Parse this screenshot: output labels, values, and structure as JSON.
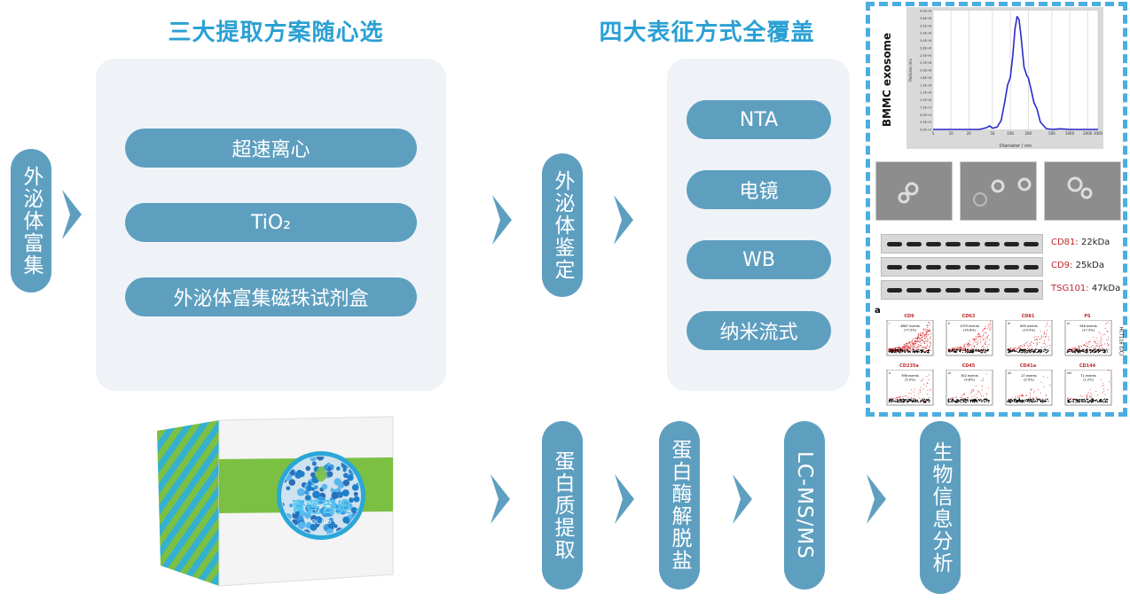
{
  "titles": {
    "extraction": "三大提取方案随心选",
    "characterization": "四大表征方式全覆盖"
  },
  "flow": {
    "enrichment": "外泌体富集",
    "extraction_methods": [
      "超速离心",
      "TiO₂",
      "外泌体富集磁珠试剂盒"
    ],
    "identification": "外泌体鉴定",
    "characterization_methods": [
      "NTA",
      "电镜",
      "WB",
      "纳米流式"
    ],
    "proteomics_steps": [
      "蛋白质提取",
      "蛋白酶解脱盐",
      "LC-MS/MS",
      "生物信息分析"
    ]
  },
  "kit_box": {
    "brand": "青莲百奥",
    "brand_en": "QL Bio"
  },
  "colors": {
    "title": "#2aa0d4",
    "pill": "#5e9fc0",
    "panel": "#eff3f7",
    "dash": "#4aaee0"
  },
  "nta": {
    "sample_label": "BMMC exosome",
    "xlabel": "Diameter / nm",
    "ylabel": "Particles /mL",
    "x_ticks": [
      "5",
      "10",
      "20",
      "50",
      "100",
      "200",
      "500",
      "1000",
      "2000",
      "3000"
    ],
    "y_ticks": [
      "0.0E+0",
      "2.5E+5",
      "5.0E+5",
      "7.5E+5",
      "1.0E+6",
      "1.3E+6",
      "1.5E+6",
      "1.8E+6",
      "2.0E+6",
      "2.3E+6",
      "2.5E+6",
      "2.8E+6",
      "3.0E+6",
      "3.3E+6",
      "3.5E+6",
      "3.8E+6",
      "4.0E+6"
    ]
  },
  "chart_data": {
    "type": "line",
    "title": "BMMC exosome",
    "xlabel": "Diameter / nm",
    "ylabel": "Particles /mL",
    "xscale": "log",
    "xlim": [
      5,
      3000
    ],
    "ylim": [
      0,
      4000000
    ],
    "x": [
      5,
      30,
      40,
      45,
      50,
      60,
      70,
      80,
      90,
      100,
      110,
      120,
      130,
      140,
      150,
      170,
      190,
      200,
      220,
      250,
      280,
      320,
      400,
      500,
      700,
      1000,
      3000
    ],
    "y": [
      0,
      0,
      60000,
      120000,
      40000,
      80000,
      300000,
      900000,
      1500000,
      1750000,
      2500000,
      3400000,
      3800000,
      3700000,
      3200000,
      2100000,
      1800000,
      1750000,
      1400000,
      900000,
      700000,
      250000,
      30000,
      0,
      20000,
      0,
      0
    ]
  },
  "wb": [
    {
      "name": "CD81:",
      "size": "22kDa"
    },
    {
      "name": "CD9:",
      "size": "25kDa"
    },
    {
      "name": "TSG101:",
      "size": "47kDa"
    }
  ],
  "flow_cytometry": {
    "figure_label": "a",
    "side_label": "HCT116 (UC)",
    "panels": [
      {
        "num": "i",
        "marker": "CD9",
        "events": "4887 events",
        "pct": "(77.9%)",
        "density": 0.78
      },
      {
        "num": "ii",
        "marker": "CD63",
        "events": "1979 events",
        "pct": "(30.8%)",
        "density": 0.31
      },
      {
        "num": "iii",
        "marker": "CD81",
        "events": "895 events",
        "pct": "(14.0%)",
        "density": 0.14
      },
      {
        "num": "iv",
        "marker": "PS",
        "events": "946 events",
        "pct": "(17.3%)",
        "density": 0.17
      },
      {
        "num": "v",
        "marker": "CD235a",
        "events": "398 events",
        "pct": "(5.9%)",
        "density": 0.06
      },
      {
        "num": "vi",
        "marker": "CD45",
        "events": "302 events",
        "pct": "(4.8%)",
        "density": 0.05
      },
      {
        "num": "vii",
        "marker": "CD41a",
        "events": "27 events",
        "pct": "(0.5%)",
        "density": 0.005
      },
      {
        "num": "viii",
        "marker": "CD144",
        "events": "71 events",
        "pct": "(1.2%)",
        "density": 0.012
      }
    ]
  }
}
